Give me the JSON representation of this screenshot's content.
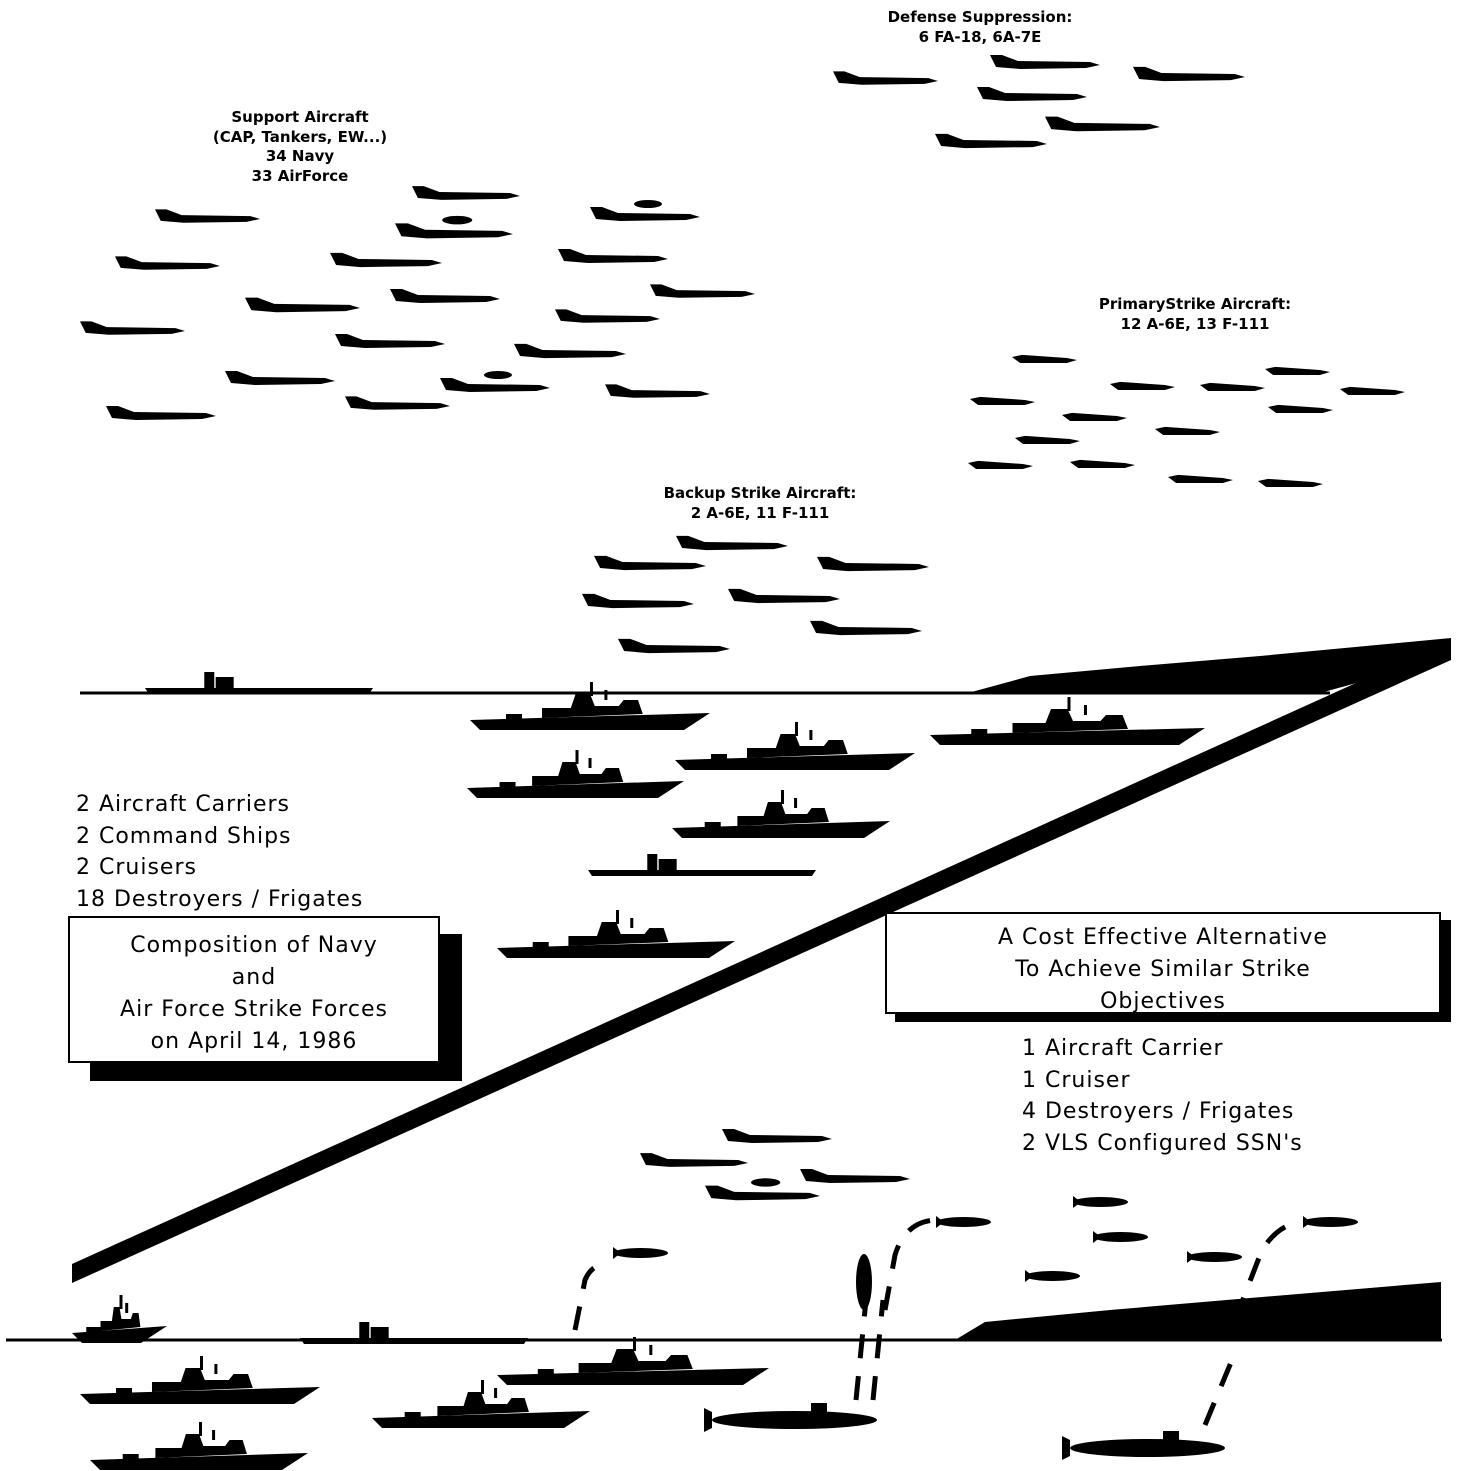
{
  "labels": {
    "defense_suppression": [
      "Defense Suppression:",
      "6 FA-18, 6A-7E"
    ],
    "support_aircraft": [
      "Support Aircraft",
      "(CAP, Tankers, EW...)",
      "34 Navy",
      "33 AirForce"
    ],
    "primary_strike": [
      "PrimaryStrike Aircraft:",
      "12 A-6E, 13 F-111"
    ],
    "backup_strike": [
      "Backup Strike Aircraft:",
      "2 A-6E, 11 F-111"
    ]
  },
  "left_force_list": [
    "2 Aircraft Carriers",
    "2 Command Ships",
    "2 Cruisers",
    "18 Destroyers / Frigates"
  ],
  "left_title_box": [
    "Composition of Navy",
    "and",
    "Air Force Strike Forces",
    "on April 14, 1986"
  ],
  "right_title_box": [
    "A Cost Effective Alternative",
    "To Achieve Similar Strike",
    "Objectives"
  ],
  "right_force_list": [
    "1 Aircraft Carrier",
    "1 Cruiser",
    "4 Destroyers / Frigates",
    "2 VLS Configured SSN's"
  ],
  "colors": {
    "ink": "#000000",
    "paper": "#ffffff"
  }
}
